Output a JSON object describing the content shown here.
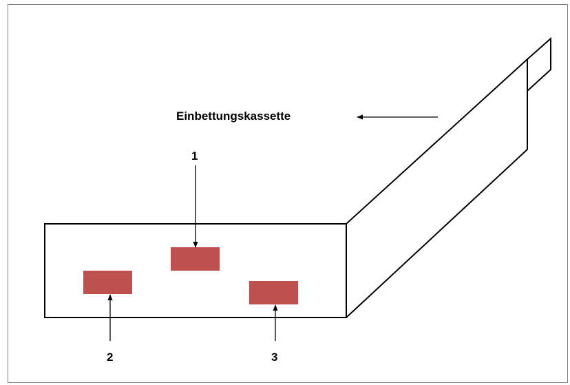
{
  "labels": {
    "cassette": "Einbettungskassette",
    "sample_1": "1",
    "sample_2": "2",
    "sample_3": "3"
  },
  "colors": {
    "sample_fill": "#c0504d",
    "line": "#000000"
  }
}
